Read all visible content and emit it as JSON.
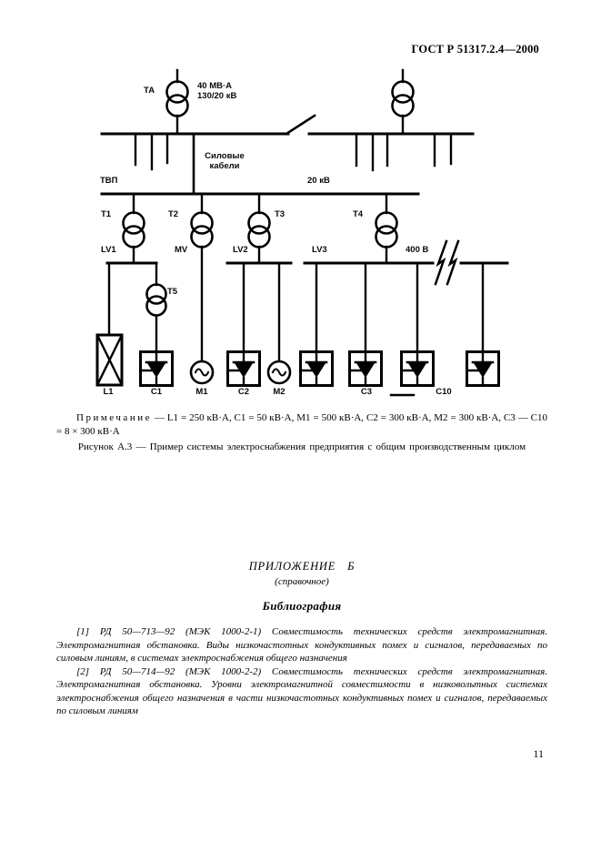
{
  "page": {
    "header": "ГОСТ Р 51317.2.4—2000",
    "number": "11"
  },
  "diagram": {
    "labels": {
      "ta": "ТА",
      "ta_rating": "40 МВ·А\n130/20 кВ",
      "cables": "Силовые\nкабели",
      "tvp": "ТВП",
      "kv20": "20 кВ",
      "t1": "Т1",
      "t2": "Т2",
      "t3": "Т3",
      "t4": "Т4",
      "t5": "Т5",
      "lv1": "LV1",
      "mv": "MV",
      "lv2": "LV2",
      "lv3": "LV3",
      "v400": "400 В",
      "l1": "L1",
      "c1": "С1",
      "m1": "М1",
      "c2": "С2",
      "m2": "М2",
      "c3": "С3",
      "c10": "С10"
    }
  },
  "figure": {
    "note_label": "Примечание",
    "note_text": " — L1 = 250 кВ·А, С1 = 50 кВ·А, М1 = 500 кВ·А, С2 = 300 кВ·А, М2 = 300 кВ·А, С3 — С10 = 8 × 300 кВ·А",
    "caption": "Рисунок А.3 — Пример системы электроснабжения предприятия с общим производственным циклом"
  },
  "appendix": {
    "title": "ПРИЛОЖЕНИЕ Б",
    "subtitle": "(справочное)",
    "heading": "Библиография",
    "references": [
      {
        "text": "[1] РД 50—713—92 (МЭК 1000-2-1) Совместимость технических средств электромагнитная. Электромагнитная обстановка. Виды низкочастотных кондуктивных помех и сигналов, передаваемых по силовым линиям, в системах электроснабжения общего назначения"
      },
      {
        "text": "[2] РД 50—714—92 (МЭК 1000-2-2) Совместимость технических средств электромагнитная. Электромагнитная обстановка. Уровни электромагнитной совместимости в низковольтных системах электроснабжения общего назначения в части низкочастотных кондуктивных помех и сигналов, передаваемых по силовым линиям"
      }
    ]
  },
  "colors": {
    "ink": "#000000",
    "paper": "#ffffff"
  }
}
